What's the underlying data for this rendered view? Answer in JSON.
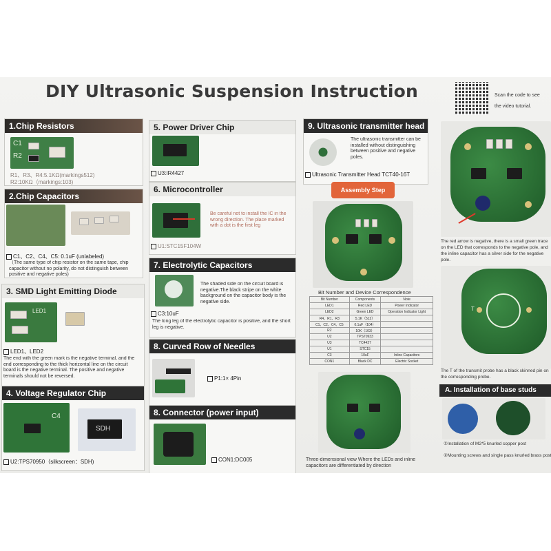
{
  "title": "DIY Ultrasonic Suspension Instruction",
  "qr": {
    "line1": "Scan the code to see",
    "line2": "the video tutorial."
  },
  "sections": {
    "chip_resistors": {
      "header": "1.Chip Resistors",
      "silk1": "C1",
      "silk2": "R2",
      "line1": "R1、R3、R4:5.1KΩ(markings512)",
      "line2": "R2:10KΩ（markings:103)"
    },
    "chip_capacitors": {
      "header": "2.Chip Capacitors",
      "line1": "C1、C2、C4、C5: 0.1uF (unlabeled)",
      "line2": "（The same type of chip resistor on the same tape, chip capacitor without no polarity, do not distinguish between positive and negative poles)"
    },
    "smd_led": {
      "header": "3. SMD Light Emitting Diode",
      "silk": "LED1",
      "line1": "LED1、LED2",
      "line2": "The end with the green mark is the negative terminal, and the end corresponding to the thick horizontal line on the circuit board is the negative terminal. The positive and negative terminals should not be reversed."
    },
    "voltage_regulator": {
      "header": "4. Voltage Regulator Chip",
      "silk": "C4",
      "chip_mark": "SDH",
      "line1": "U2:TPS70950（silkscreen：SDH)"
    },
    "power_driver": {
      "header": "5. Power Driver Chip",
      "line1": "U3:IR4427"
    },
    "microcontroller": {
      "header": "6. Microcontroller",
      "note": "Be careful not to install the IC in the wrong direction. The place marked with a dot is the first leg",
      "line1": "U1:STC15F104W"
    },
    "electrolytic": {
      "header": "7. Electrolytic Capacitors",
      "note": "The shaded side on the circuit board is negative.The black stripe on the white background on the capacitor body is the negative side.",
      "line1": "C3:10uF",
      "line2": "The long leg of the electrolytic capacitor is positive, and the short leg is negative."
    },
    "needles": {
      "header": "8. Curved Row of Needles",
      "line1": "P1:1× 4Pin"
    },
    "connector": {
      "header": "8. Connector (power input)",
      "line1": "CON1:DC005"
    },
    "transmitter": {
      "header": "9. Ultrasonic transmitter head",
      "note": "The ultrasonic transmitter can be installed without distinguishing between positive and negative poles.",
      "line1": "Ultrasonic Transmitter Head TCT40-16T"
    }
  },
  "assembly": {
    "button": "Assembly Step",
    "table_title": "Bit Number and Device Correspondence",
    "columns": [
      "Bit Number",
      "Components",
      "Note"
    ],
    "rows": [
      [
        "LED1",
        "Red LED",
        "Power Indicator"
      ],
      [
        "LED2",
        "Green LED",
        "Operation Indicator Light"
      ],
      [
        "R4、R1、R3",
        "5.1K（512）",
        ""
      ],
      [
        "C1、C2、C4、C5",
        "0.1uF（104）",
        ""
      ],
      [
        "R2",
        "10K（103）",
        ""
      ],
      [
        "U2",
        "TPS70933",
        ""
      ],
      [
        "U3",
        "TC4427",
        ""
      ],
      [
        "U1",
        "STC15",
        ""
      ],
      [
        "C3",
        "10uF",
        "Inline Capacitors"
      ],
      [
        "CON1",
        "Black DC",
        "Electric Socket"
      ]
    ],
    "caption": "Three-dimensional view Where the LEDs and inline capacitors are differentiated by direction"
  },
  "right": {
    "note1": "The red arrow is negative, there is a small green trace on the LED that corresponds to the negative pole, and the inline capacitor has a silver side for the negative pole.",
    "probe_label": "T",
    "note2": "The T of the transmit probe has a black skinned pin on the corresponding probe.",
    "studs_header": "A. Installation of base studs",
    "studs_step1": "①Installation of M2*5 knurled copper post",
    "studs_step2": "②Mounting screws and single pass knurled brass post"
  }
}
